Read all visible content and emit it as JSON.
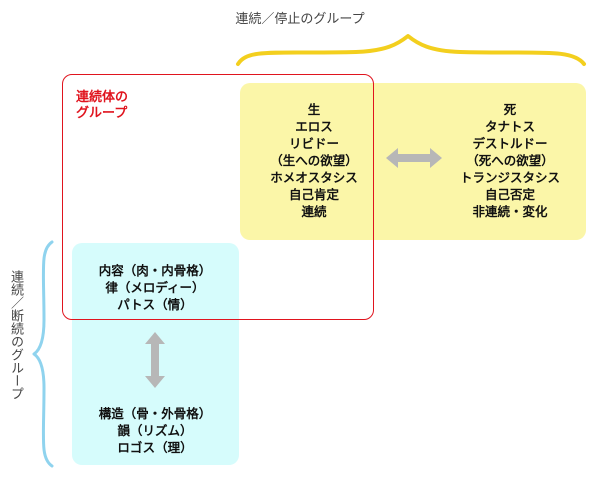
{
  "top_group_label": "連続／停止のグループ",
  "side_group_label": "連続／断続のグループ",
  "continuum_group": {
    "title_lines": [
      "連続体の",
      "グループ"
    ]
  },
  "life_terms": [
    "生",
    "エロス",
    "リビドー",
    "（生への欲望）",
    "ホメオスタシス",
    "自己肯定",
    "連続"
  ],
  "death_terms": [
    "死",
    "タナトス",
    "デストルドー",
    "（死への欲望）",
    "トランジスタシス",
    "自己否定",
    "非連続・変化"
  ],
  "content_terms": [
    "内容（肉・内骨格）",
    "律（メロディー）",
    "パトス（情）"
  ],
  "structure_terms": [
    "構造（骨・外骨格）",
    "韻（リズム）",
    "ロゴス（理）"
  ],
  "colors": {
    "yellow_area": "#fbf6a8",
    "cyan_area": "#d6fcfc",
    "red_frame": "#e0141e",
    "brace_yellow": "#f3cf1e",
    "brace_blue": "#8fd3ee",
    "arrow_gray": "#b7b7b7"
  }
}
